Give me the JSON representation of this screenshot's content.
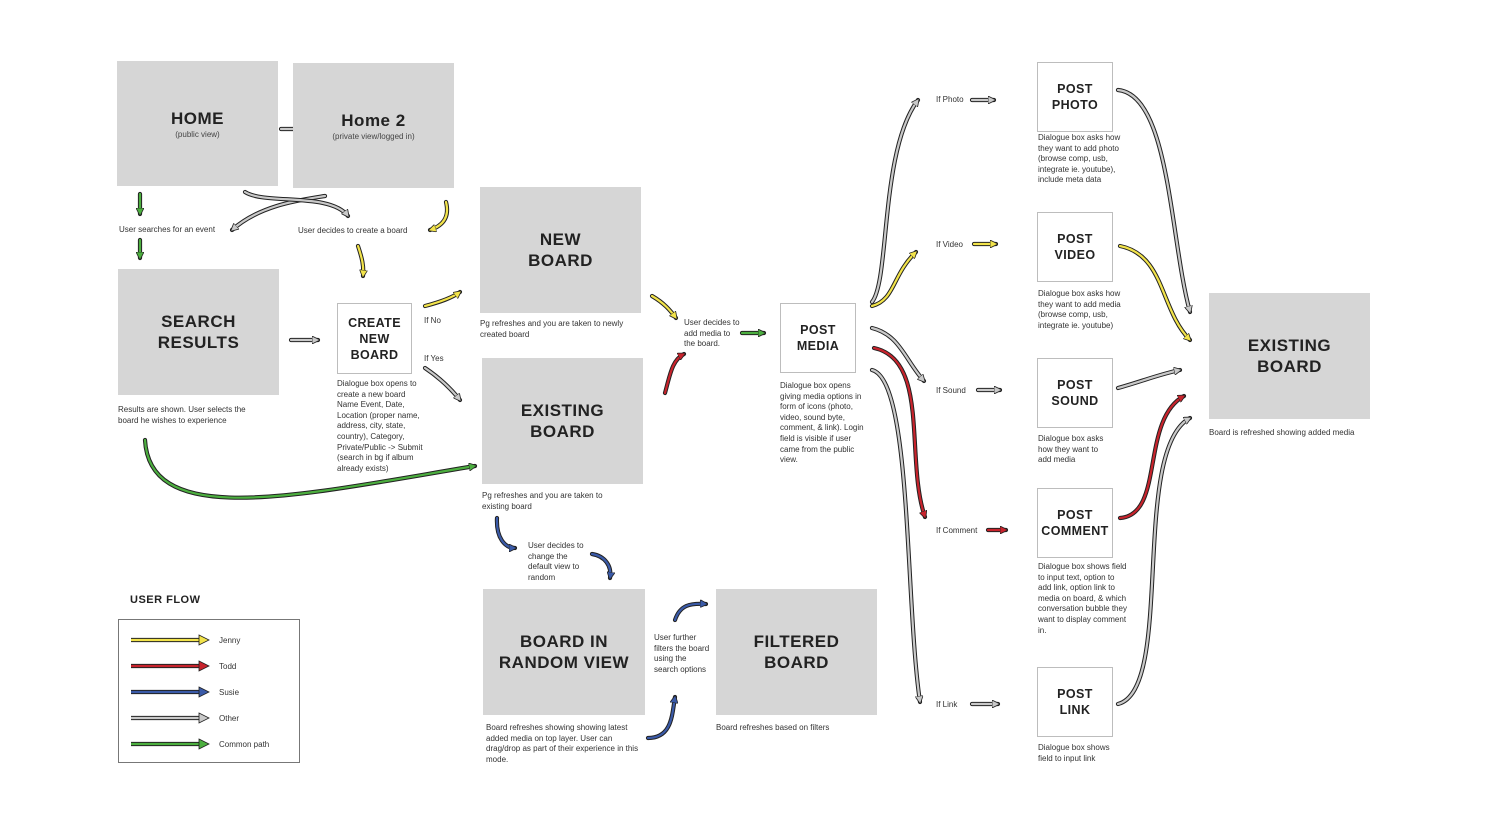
{
  "nodes": {
    "home": {
      "title": "HOME",
      "subtitle": "(public view)"
    },
    "home2": {
      "title": "Home 2",
      "subtitle": "(private view/logged in)"
    },
    "search_results": {
      "title1": "SEARCH",
      "title2": "RESULTS"
    },
    "create_new_board": {
      "title1": "CREATE",
      "title2": "NEW",
      "title3": "BOARD"
    },
    "new_board": {
      "title1": "NEW",
      "title2": "BOARD"
    },
    "existing_board_mid": {
      "title1": "EXISTING",
      "title2": "BOARD"
    },
    "post_media": {
      "title1": "POST",
      "title2": "MEDIA"
    },
    "board_random": {
      "title1": "BOARD IN",
      "title2": "RANDOM VIEW"
    },
    "filtered_board": {
      "title1": "FILTERED",
      "title2": "BOARD"
    },
    "post_photo": {
      "title1": "POST",
      "title2": "PHOTO"
    },
    "post_video": {
      "title1": "POST",
      "title2": "VIDEO"
    },
    "post_sound": {
      "title1": "POST",
      "title2": "SOUND"
    },
    "post_comment": {
      "title1": "POST",
      "title2": "COMMENT"
    },
    "post_link": {
      "title1": "POST",
      "title2": "LINK"
    },
    "existing_board_final": {
      "title1": "EXISTING",
      "title2": "BOARD"
    }
  },
  "labels": {
    "user_searches": "User searches for an event",
    "user_decides_create": "User decides to create a board",
    "if_no": "If No",
    "if_yes": "If Yes",
    "if_photo": "If Photo",
    "if_video": "If Video",
    "if_sound": "If Sound",
    "if_comment": "If Comment",
    "if_link": "If Link"
  },
  "notes": {
    "search_results": "Results are shown. User selects the board he wishes to experience",
    "create_new_board": "Dialogue box opens to create a new board Name Event, Date, Location (proper name, address, city, state, country), Category, Private/Public -> Submit (search in bg if album already exists)",
    "new_board": "Pg refreshes and you are taken to newly created board",
    "existing_board_mid": "Pg refreshes and you are taken to existing board",
    "add_media": "User decides to add media to the board.",
    "post_media": "Dialogue box opens giving media options in form of icons (photo, video, sound byte, comment, & link). Login field is visible if user came from the public view.",
    "change_view": "User decides to change the default view to random",
    "board_random": "Board refreshes showing showing latest added media on top layer. User can drag/drop as part of their experience in this mode.",
    "further_filters": "User further filters the board using the search options",
    "filtered_board": "Board refreshes based on filters",
    "post_photo": "Dialogue box asks how they want to add photo (browse comp, usb, integrate ie. youtube), include meta data",
    "post_video": "Dialogue box asks how they want to add media (browse comp, usb, integrate ie. youtube)",
    "post_sound": "Dialogue box asks how they want to add media",
    "post_comment": "Dialogue box shows field to input text, option to add link, option link to media on board, & which conversation bubble they want to display comment in.",
    "post_link": "Dialogue box shows field to input link",
    "existing_board_final": "Board is refreshed showing added media"
  },
  "legend": {
    "title": "USER FLOW",
    "items": [
      {
        "name": "Jenny",
        "color": "#f2e34a"
      },
      {
        "name": "Todd",
        "color": "#c8232c"
      },
      {
        "name": "Susie",
        "color": "#3a5aa8"
      },
      {
        "name": "Other",
        "color": "#c9c9c9"
      },
      {
        "name": "Common path",
        "color": "#4caf3f"
      }
    ]
  },
  "colors": {
    "box_gray": "#d6d6d6",
    "jenny": "#f2e34a",
    "todd": "#c8232c",
    "susie": "#3a5aa8",
    "other": "#c9c9c9",
    "common": "#4caf3f"
  }
}
